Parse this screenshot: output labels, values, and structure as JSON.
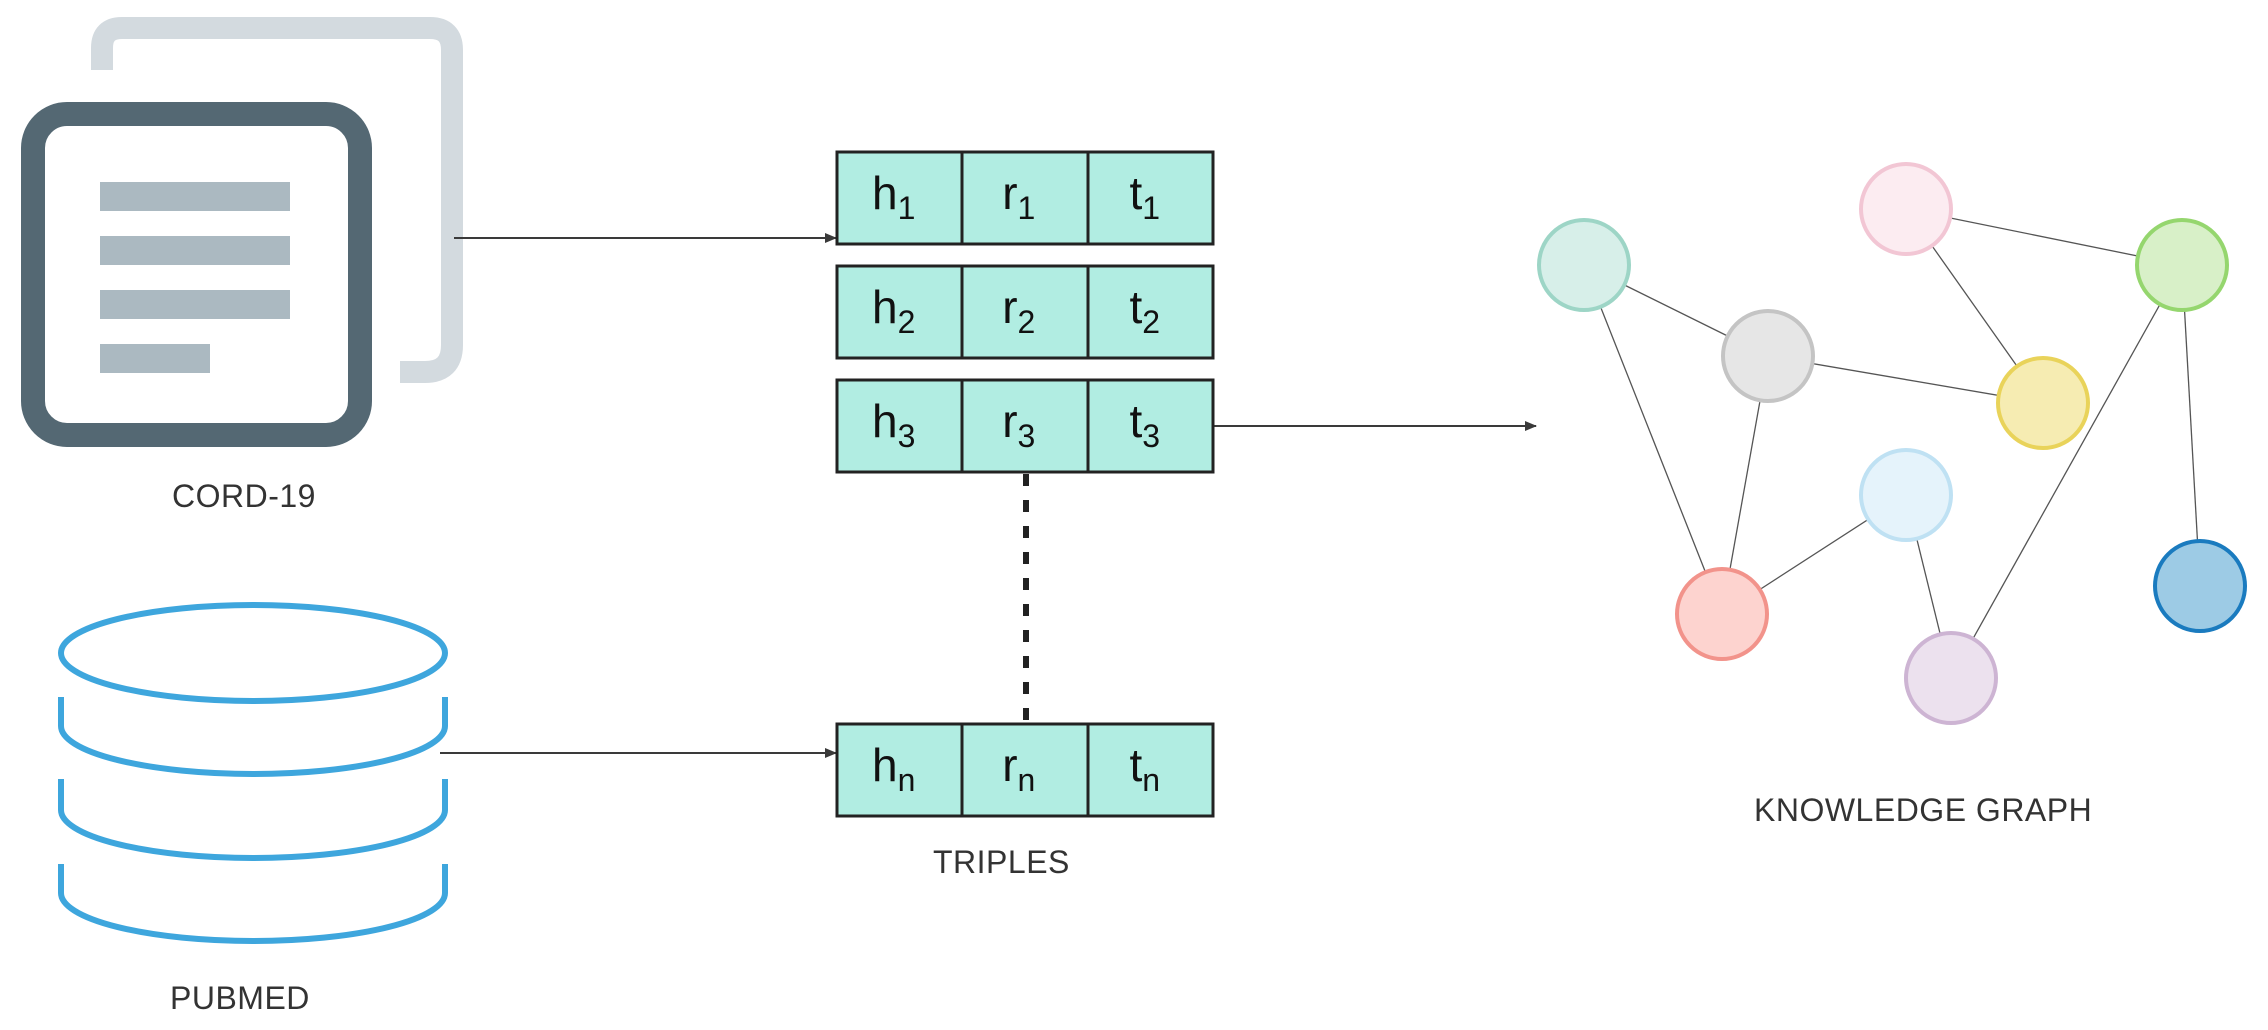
{
  "sources": [
    {
      "label": "CORD-19",
      "icon": "documents-icon"
    },
    {
      "label": "PUBMED",
      "icon": "database-icon"
    }
  ],
  "triples": {
    "label": "TRIPLES",
    "rows": [
      [
        {
          "base": "h",
          "sub": "1"
        },
        {
          "base": "r",
          "sub": "1"
        },
        {
          "base": "t",
          "sub": "1"
        }
      ],
      [
        {
          "base": "h",
          "sub": "2"
        },
        {
          "base": "r",
          "sub": "2"
        },
        {
          "base": "t",
          "sub": "2"
        }
      ],
      [
        {
          "base": "h",
          "sub": "3"
        },
        {
          "base": "r",
          "sub": "3"
        },
        {
          "base": "t",
          "sub": "3"
        }
      ],
      [
        {
          "base": "h",
          "sub": "n"
        },
        {
          "base": "r",
          "sub": "n"
        },
        {
          "base": "t",
          "sub": "n"
        }
      ]
    ]
  },
  "graph": {
    "label": "KNOWLEDGE GRAPH",
    "nodes": [
      {
        "id": "teal",
        "fill": "#d7efe9",
        "stroke": "#9dd5c6"
      },
      {
        "id": "pink",
        "fill": "#fcecf1",
        "stroke": "#f2c6d4"
      },
      {
        "id": "green",
        "fill": "#d8f0c8",
        "stroke": "#95d66e"
      },
      {
        "id": "gray",
        "fill": "#e6e6e6",
        "stroke": "#c4c4c4"
      },
      {
        "id": "yellow",
        "fill": "#f6ecb2",
        "stroke": "#e9d35a"
      },
      {
        "id": "lightblue",
        "fill": "#e5f3fb",
        "stroke": "#bfe1f3"
      },
      {
        "id": "darkblue",
        "fill": "#9dcbe5",
        "stroke": "#1a7bbf"
      },
      {
        "id": "red",
        "fill": "#fdd3cf",
        "stroke": "#f2938b"
      },
      {
        "id": "purple",
        "fill": "#ece1ee",
        "stroke": "#cdb4d3"
      }
    ],
    "edges": [
      [
        "teal",
        "gray"
      ],
      [
        "teal",
        "red"
      ],
      [
        "gray",
        "red"
      ],
      [
        "gray",
        "yellow"
      ],
      [
        "pink",
        "green"
      ],
      [
        "pink",
        "yellow"
      ],
      [
        "green",
        "darkblue"
      ],
      [
        "green",
        "purple"
      ],
      [
        "lightblue",
        "red"
      ],
      [
        "lightblue",
        "purple"
      ]
    ]
  },
  "colors": {
    "document_dark": "#546873",
    "document_light": "#d3dadf",
    "document_lines": "#abb9c1",
    "database": "#3ea6dd",
    "cell_fill": "#b1ede2",
    "cell_stroke": "#222222",
    "arrow": "#3a3a3a"
  }
}
